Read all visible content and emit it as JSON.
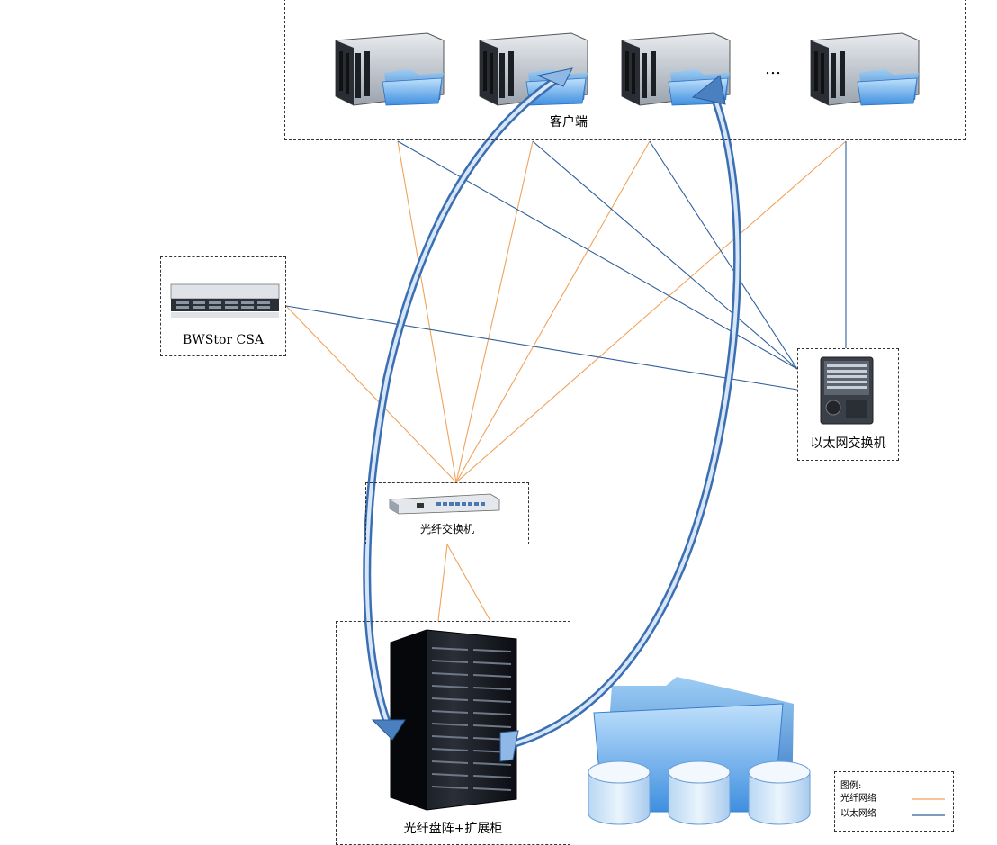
{
  "clients": {
    "label": "客户端",
    "ellipsis": "…"
  },
  "csa": {
    "label": "BWStor CSA"
  },
  "eth_switch": {
    "label": "以太网交换机"
  },
  "fc_switch": {
    "label": "光纤交换机"
  },
  "storage": {
    "label": "光纤盘阵+扩展柜"
  },
  "legend": {
    "title": "图例:",
    "items": [
      {
        "label": "光纤网络",
        "color": "#f0a35c"
      },
      {
        "label": "以太网络",
        "color": "#2f5f9a"
      }
    ]
  },
  "colors": {
    "fiber": "#f0a35c",
    "ethernet": "#2f5f9a",
    "arrow": "#4a7fc0"
  }
}
